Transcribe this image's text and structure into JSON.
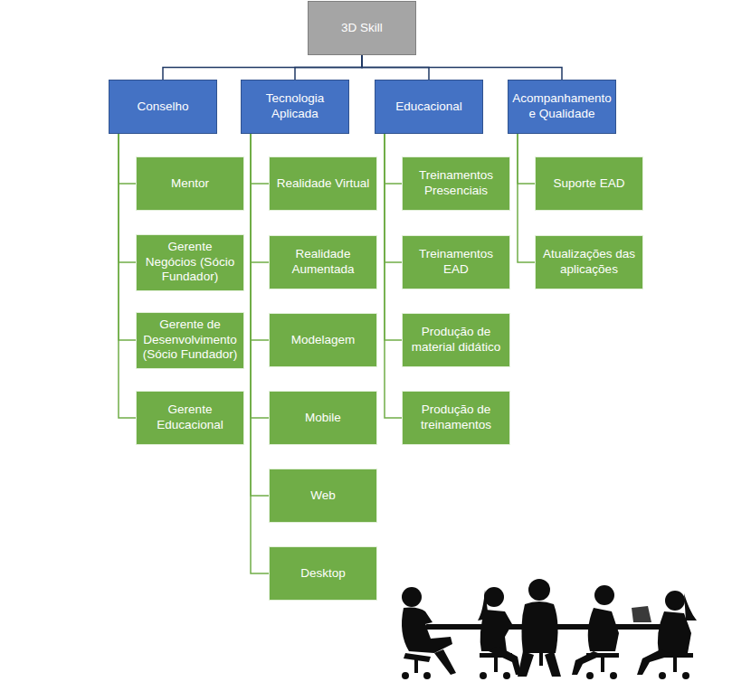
{
  "diagram": {
    "nodes": [
      {
        "text": [
          "3D Skill"
        ]
      },
      {
        "text": [
          "Conselho"
        ]
      },
      {
        "text": [
          "Tecnologia Aplicada"
        ]
      },
      {
        "text": [
          "Educacional"
        ]
      },
      {
        "text": [
          "Acompanhamento e Qualidade"
        ]
      },
      {
        "text": [
          "Mentor"
        ]
      },
      {
        "text": [
          "Gerente Negócios (Sócio Fundador)"
        ]
      },
      {
        "text": [
          "Gerente de Desenvolvimento (Sócio Fundador)"
        ]
      },
      {
        "text": [
          "Gerente Educacional"
        ]
      },
      {
        "text": [
          "Realidade Virtual"
        ]
      },
      {
        "text": [
          "Realidade Aumentada"
        ]
      },
      {
        "text": [
          "Modelagem"
        ]
      },
      {
        "text": [
          "Mobile"
        ]
      },
      {
        "text": [
          "Web"
        ]
      },
      {
        "text": [
          "Desktop"
        ]
      },
      {
        "text": [
          "Treinamentos Presenciais"
        ]
      },
      {
        "text": [
          "Treinamentos EAD"
        ]
      },
      {
        "text": [
          "Produção de material didático"
        ]
      },
      {
        "text": [
          "Produção de treinamentos"
        ]
      },
      {
        "text": [
          "Suporte EAD"
        ]
      },
      {
        "text": [
          "Atualizações das aplicações"
        ]
      }
    ],
    "edges": [
      {
        "from": 0,
        "to": 1,
        "arrow": "none"
      },
      {
        "from": 0,
        "to": 2,
        "arrow": "none"
      },
      {
        "from": 0,
        "to": 3,
        "arrow": "none"
      },
      {
        "from": 0,
        "to": 4,
        "arrow": "none"
      },
      {
        "from": 1,
        "to": 5,
        "arrow": "none"
      },
      {
        "from": 1,
        "to": 6,
        "arrow": "none"
      },
      {
        "from": 1,
        "to": 7,
        "arrow": "none"
      },
      {
        "from": 1,
        "to": 8,
        "arrow": "none"
      },
      {
        "from": 2,
        "to": 9,
        "arrow": "none"
      },
      {
        "from": 2,
        "to": 10,
        "arrow": "none"
      },
      {
        "from": 2,
        "to": 11,
        "arrow": "none"
      },
      {
        "from": 2,
        "to": 12,
        "arrow": "none"
      },
      {
        "from": 2,
        "to": 13,
        "arrow": "none"
      },
      {
        "from": 2,
        "to": 14,
        "arrow": "none"
      },
      {
        "from": 3,
        "to": 15,
        "arrow": "none"
      },
      {
        "from": 3,
        "to": 16,
        "arrow": "none"
      },
      {
        "from": 3,
        "to": 17,
        "arrow": "none"
      },
      {
        "from": 3,
        "to": 18,
        "arrow": "none"
      },
      {
        "from": 4,
        "to": 19,
        "arrow": "none"
      },
      {
        "from": 4,
        "to": 20,
        "arrow": "none"
      }
    ]
  }
}
